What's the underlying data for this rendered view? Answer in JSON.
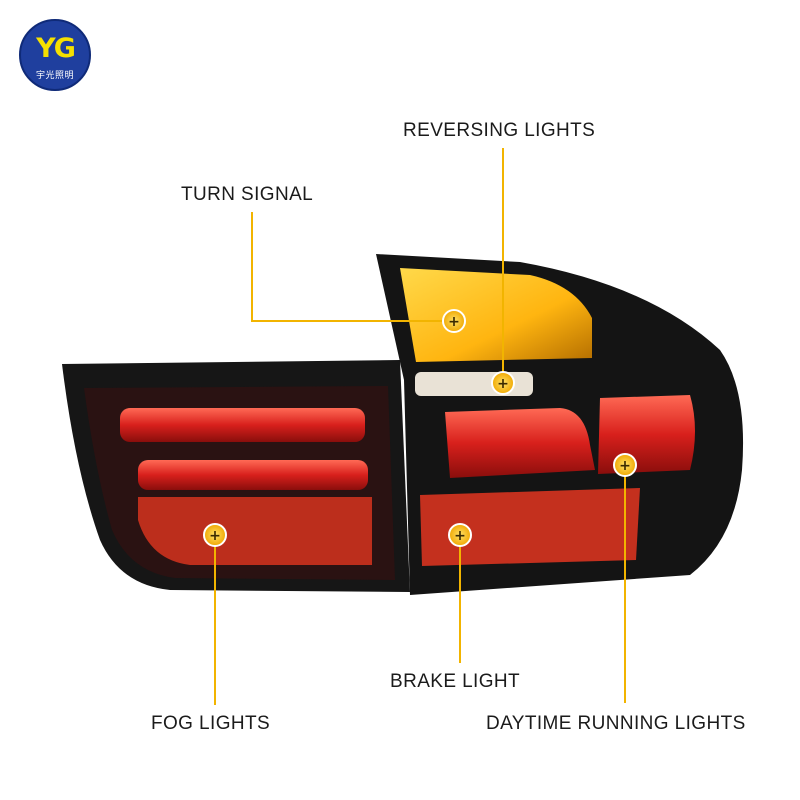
{
  "brand": {
    "logo_mark": "YG",
    "logo_text": "宇光照明"
  },
  "callouts": {
    "reversing_lights": "REVERSING LIGHTS",
    "turn_signal": "TURN SIGNAL",
    "brake_light": "BRAKE LIGHT",
    "fog_lights": "FOG LIGHTS",
    "daytime_running_lights": "DAYTIME RUNNING LIGHTS"
  },
  "colors": {
    "callout_line": "#f2b400",
    "marker_fill": "#ffbe1a",
    "lamp_red": "#d8201c",
    "lamp_amber": "#ffc21e",
    "housing": "#1a1a1a"
  }
}
